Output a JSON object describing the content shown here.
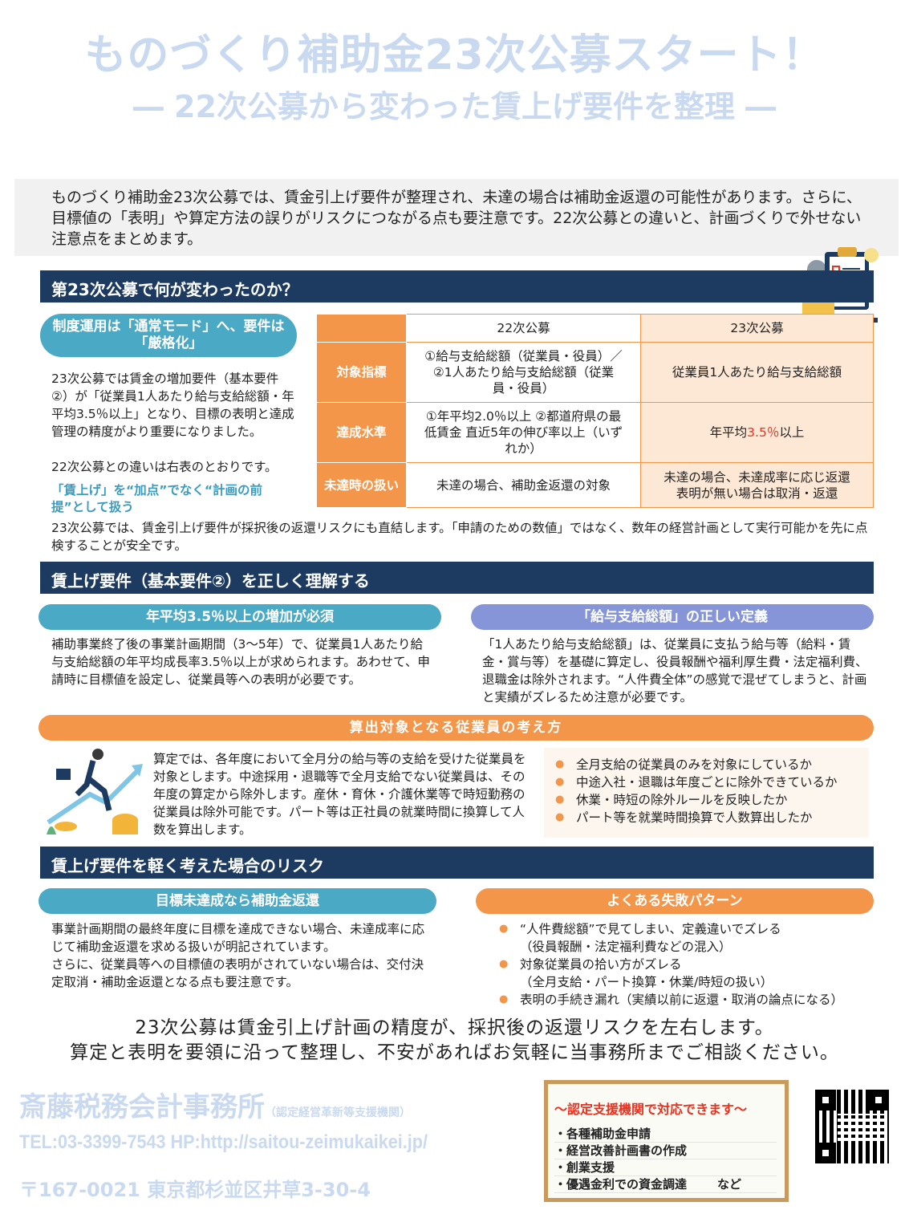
{
  "header": {
    "title": "ものづくり補助金23次公募スタート！",
    "subtitle": "― 22次公募から変わった賃上げ要件を整理 ―"
  },
  "intro": "ものづくり補助金23次公募では、賃金引上げ要件が整理され、未達の場合は補助金返還の可能性があります。さらに、目標値の「表明」や算定方法の誤りがリスクにつながる点も要注意です。22次公募との違いと、計画づくりで外せない注意点をまとめます。",
  "section1": {
    "heading": "第23次公募で何が変わったのか？",
    "pill": "制度運用は「通常モード」へ、要件は「厳格化」",
    "body": "23次公募では賃金の増加要件（基本要件②）が「従業員1人あたり給与支給総額・年平均3.5％以上」となり、目標の表明と達成管理の精度がより重要になりました。",
    "body2": "22次公募との違いは右表のとおりです。",
    "highlight": "「賃上げ」を“加点”でなく“計画の前提”として扱う",
    "table": {
      "headers": [
        "22次公募",
        "23次公募"
      ],
      "rows": [
        {
          "label": "対象指標",
          "c22": "①給与支給総額（従業員・役員）／②1人あたり給与支給総額（従業員・役員）",
          "c23": "従業員1人あたり給与支給総額"
        },
        {
          "label": "達成水準",
          "c22": "①年平均2.0％以上 ②都道府県の最低賃金 直近5年の伸び率以上（いずれか）",
          "c23a": "年平均",
          "c23b": "3.5％",
          "c23c": "以上"
        },
        {
          "label": "未達時の扱い",
          "c22": "未達の場合、補助金返還の対象",
          "c23": "未達の場合、未達成率に応じ返還 表明が無い場合は取消・返還"
        }
      ]
    },
    "footer": "23次公募では、賃金引上げ要件が採択後の返還リスクにも直結します。「申請のための数値」ではなく、数年の経営計画として実行可能かを先に点検することが安全です。"
  },
  "section2": {
    "heading": "賃上げ要件（基本要件②）を正しく理解する",
    "left": {
      "pill": "年平均3.5％以上の増加が必須",
      "body": "補助事業終了後の事業計画期間（3～5年）で、従業員1人あたり給与支給総額の年平均成長率3.5％以上が求められます。あわせて、申請時に目標値を設定し、従業員等への表明が必要です。"
    },
    "right": {
      "pill": "「給与支給総額」の正しい定義",
      "body": "「1人あたり給与支給総額」は、従業員に支払う給与等（給料・賃金・賞与等）を基礎に算定し、役員報酬や福利厚生費・法定福利費、退職金は除外されます。“人件費全体”の感覚で混ぜてしまうと、計画と実績がズレるため注意が必要です。"
    },
    "employees": {
      "pill": "算出対象となる従業員の考え方",
      "body": "算定では、各年度において全月分の給与等の支給を受けた従業員を対象とします。中途採用・退職等で全月支給でない従業員は、その年度の算定から除外します。産休・育休・介護休業等で時短勤務の従業員は除外可能です。パート等は正社員の就業時間に換算して人数を算出します。",
      "checklist": [
        "全月支給の従業員のみを対象にしているか",
        "中途入社・退職は年度ごとに除外できているか",
        "休業・時短の除外ルールを反映したか",
        "パート等を就業時間換算で人数算出したか"
      ]
    }
  },
  "section3": {
    "heading": "賃上げ要件を軽く考えた場合のリスク",
    "left": {
      "pill": "目標未達成なら補助金返還",
      "body": "事業計画期間の最終年度に目標を達成できない場合、未達成率に応じて補助金返還を求める扱いが明記されています。",
      "body2": "さらに、従業員等への目標値の表明がされていない場合は、交付決定取消・補助金返還となる点も要注意です。"
    },
    "right": {
      "pill": "よくある失敗パターン",
      "items": [
        {
          "text": "“人件費総額”で見てしまい、定義違いでズレる",
          "sub": "（役員報酬・法定福利費などの混入）"
        },
        {
          "text": "対象従業員の拾い方がズレる",
          "sub": "（全月支給・パート換算・休業/時短の扱い）"
        },
        {
          "text": "表明の手続き漏れ（実績以前に返還・取消の論点になる）",
          "sub": ""
        }
      ]
    }
  },
  "closing": [
    "23次公募は賃金引上げ計画の精度が、採択後の返還リスクを左右します。",
    "算定と表明を要領に沿って整理し、不安があればお気軽に当事務所までご相談ください。"
  ],
  "office": {
    "name": "斎藤税務会計事務所",
    "tag": "（認定経営革新等支援機関）",
    "contact": "TEL:03-3399-7543  HP:http://saitou-zeimukaikei.jp/",
    "address": "〒167-0021  東京都杉並区井草3-30-4"
  },
  "note": {
    "heading": "～認定支援機関で対応できます～",
    "items": [
      "・各種補助金申請",
      "・経営改善計画書の作成",
      "・創業支援",
      "・優遇金利での資金調達"
    ],
    "suffix": "など"
  }
}
